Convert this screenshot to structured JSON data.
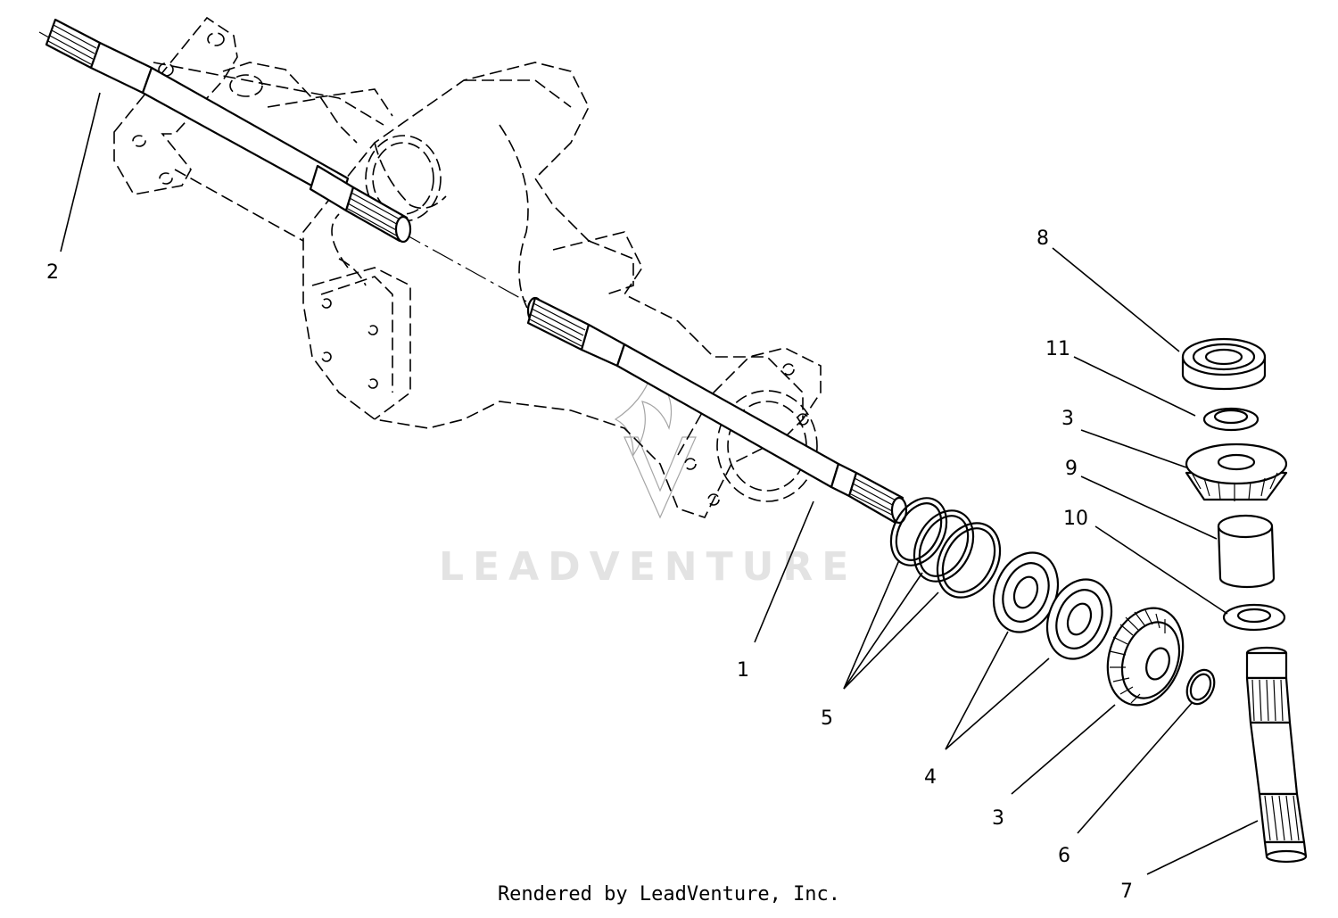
{
  "diagram": {
    "watermark_text": "LEADVENTURE",
    "credit_text": "Rendered by LeadVenture, Inc.",
    "callouts": [
      {
        "id": "c2",
        "label": "2"
      },
      {
        "id": "c8",
        "label": "8"
      },
      {
        "id": "c11",
        "label": "11"
      },
      {
        "id": "c3a",
        "label": "3"
      },
      {
        "id": "c9",
        "label": "9"
      },
      {
        "id": "c10",
        "label": "10"
      },
      {
        "id": "c1",
        "label": "1"
      },
      {
        "id": "c5",
        "label": "5"
      },
      {
        "id": "c4",
        "label": "4"
      },
      {
        "id": "c3b",
        "label": "3"
      },
      {
        "id": "c6",
        "label": "6"
      },
      {
        "id": "c7",
        "label": "7"
      }
    ]
  }
}
